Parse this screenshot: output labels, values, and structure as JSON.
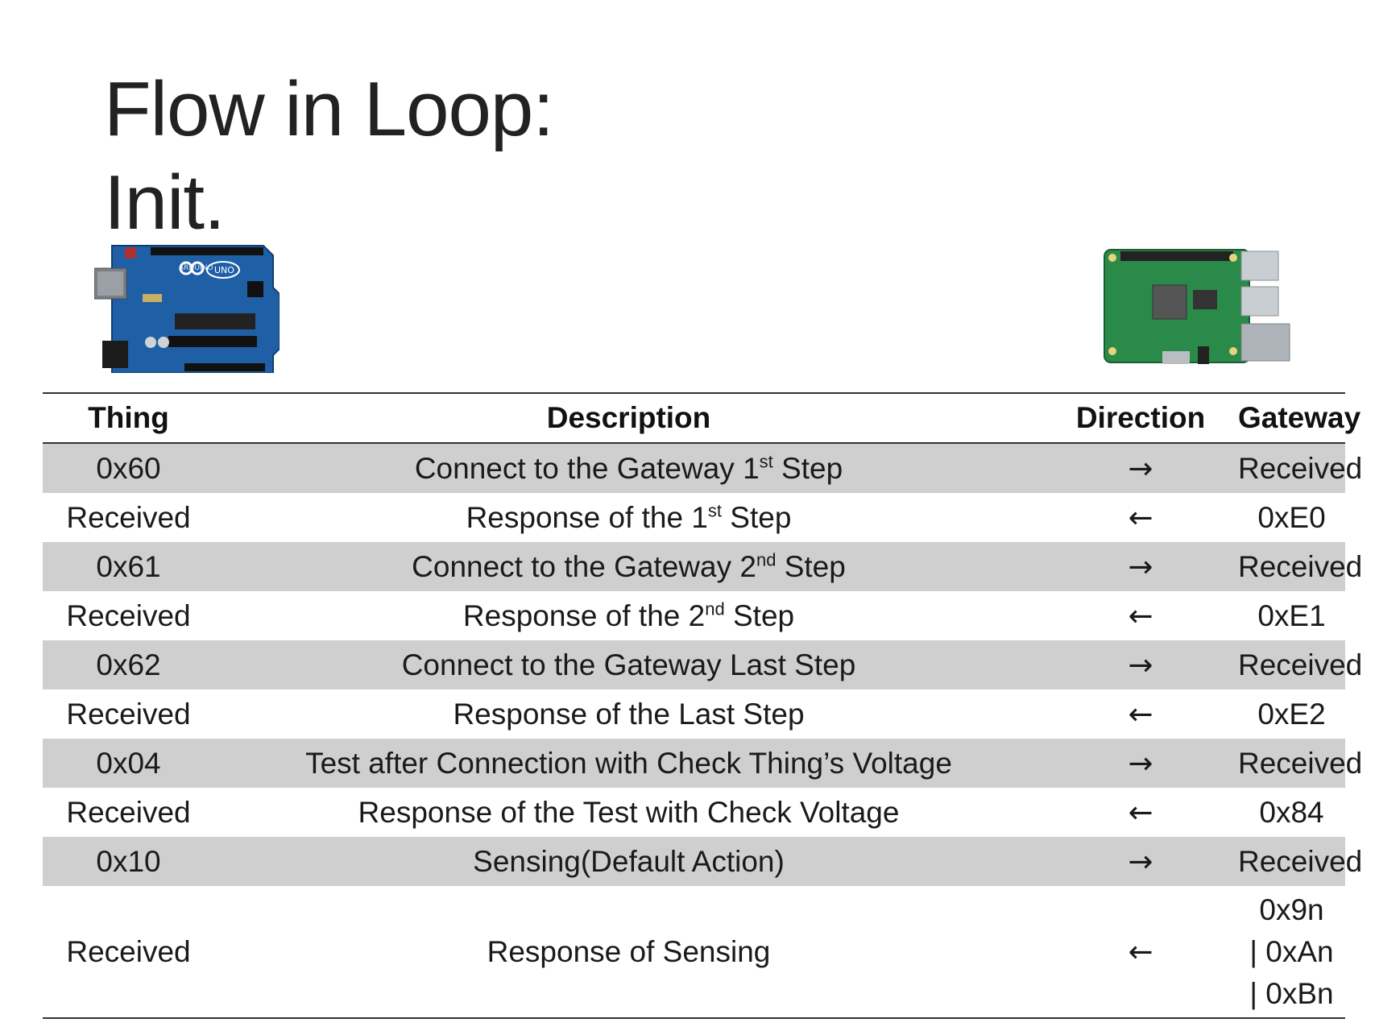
{
  "slide": {
    "title_line1": "Flow in Loop:",
    "title_line2": "Init."
  },
  "images": {
    "left_board": "arduino-uno-board",
    "right_board": "raspberry-pi-board",
    "arduino_label": "ARDUINO",
    "arduino_model": "UNO"
  },
  "table": {
    "headers": {
      "thing": "Thing",
      "description": "Description",
      "direction": "Direction",
      "gateway": "Gateway"
    },
    "rows": [
      {
        "thing": "0x60",
        "desc_pre": "Connect to the Gateway 1",
        "desc_sup": "st",
        "desc_post": " Step",
        "direction": "→",
        "gateway": "Received"
      },
      {
        "thing": "Received",
        "desc_pre": "Response of the 1",
        "desc_sup": "st",
        "desc_post": " Step",
        "direction": "←",
        "gateway": "0xE0"
      },
      {
        "thing": "0x61",
        "desc_pre": "Connect to the Gateway 2",
        "desc_sup": "nd",
        "desc_post": " Step",
        "direction": "→",
        "gateway": "Received"
      },
      {
        "thing": "Received",
        "desc_pre": "Response of the 2",
        "desc_sup": "nd",
        "desc_post": " Step",
        "direction": "←",
        "gateway": "0xE1"
      },
      {
        "thing": "0x62",
        "desc_pre": "Connect to the Gateway Last Step",
        "desc_sup": "",
        "desc_post": "",
        "direction": "→",
        "gateway": "Received"
      },
      {
        "thing": "Received",
        "desc_pre": "Response of the Last Step",
        "desc_sup": "",
        "desc_post": "",
        "direction": "←",
        "gateway": "0xE2"
      },
      {
        "thing": "0x04",
        "desc_pre": "Test after Connection with Check Thing’s Voltage",
        "desc_sup": "",
        "desc_post": "",
        "direction": "→",
        "gateway": "Received"
      },
      {
        "thing": "Received",
        "desc_pre": "Response of the Test with Check Voltage",
        "desc_sup": "",
        "desc_post": "",
        "direction": "←",
        "gateway": "0x84"
      },
      {
        "thing": "0x10",
        "desc_pre": "Sensing(Default Action)",
        "desc_sup": "",
        "desc_post": "",
        "direction": "→",
        "gateway": "Received"
      }
    ],
    "last_row": {
      "thing": "Received",
      "description": "Response of Sensing",
      "direction": "←",
      "gateway_lines": [
        "0x9n",
        "| 0xAn",
        "| 0xBn"
      ]
    }
  },
  "colors": {
    "shade": "#cfcfcf",
    "rule": "#333333"
  }
}
